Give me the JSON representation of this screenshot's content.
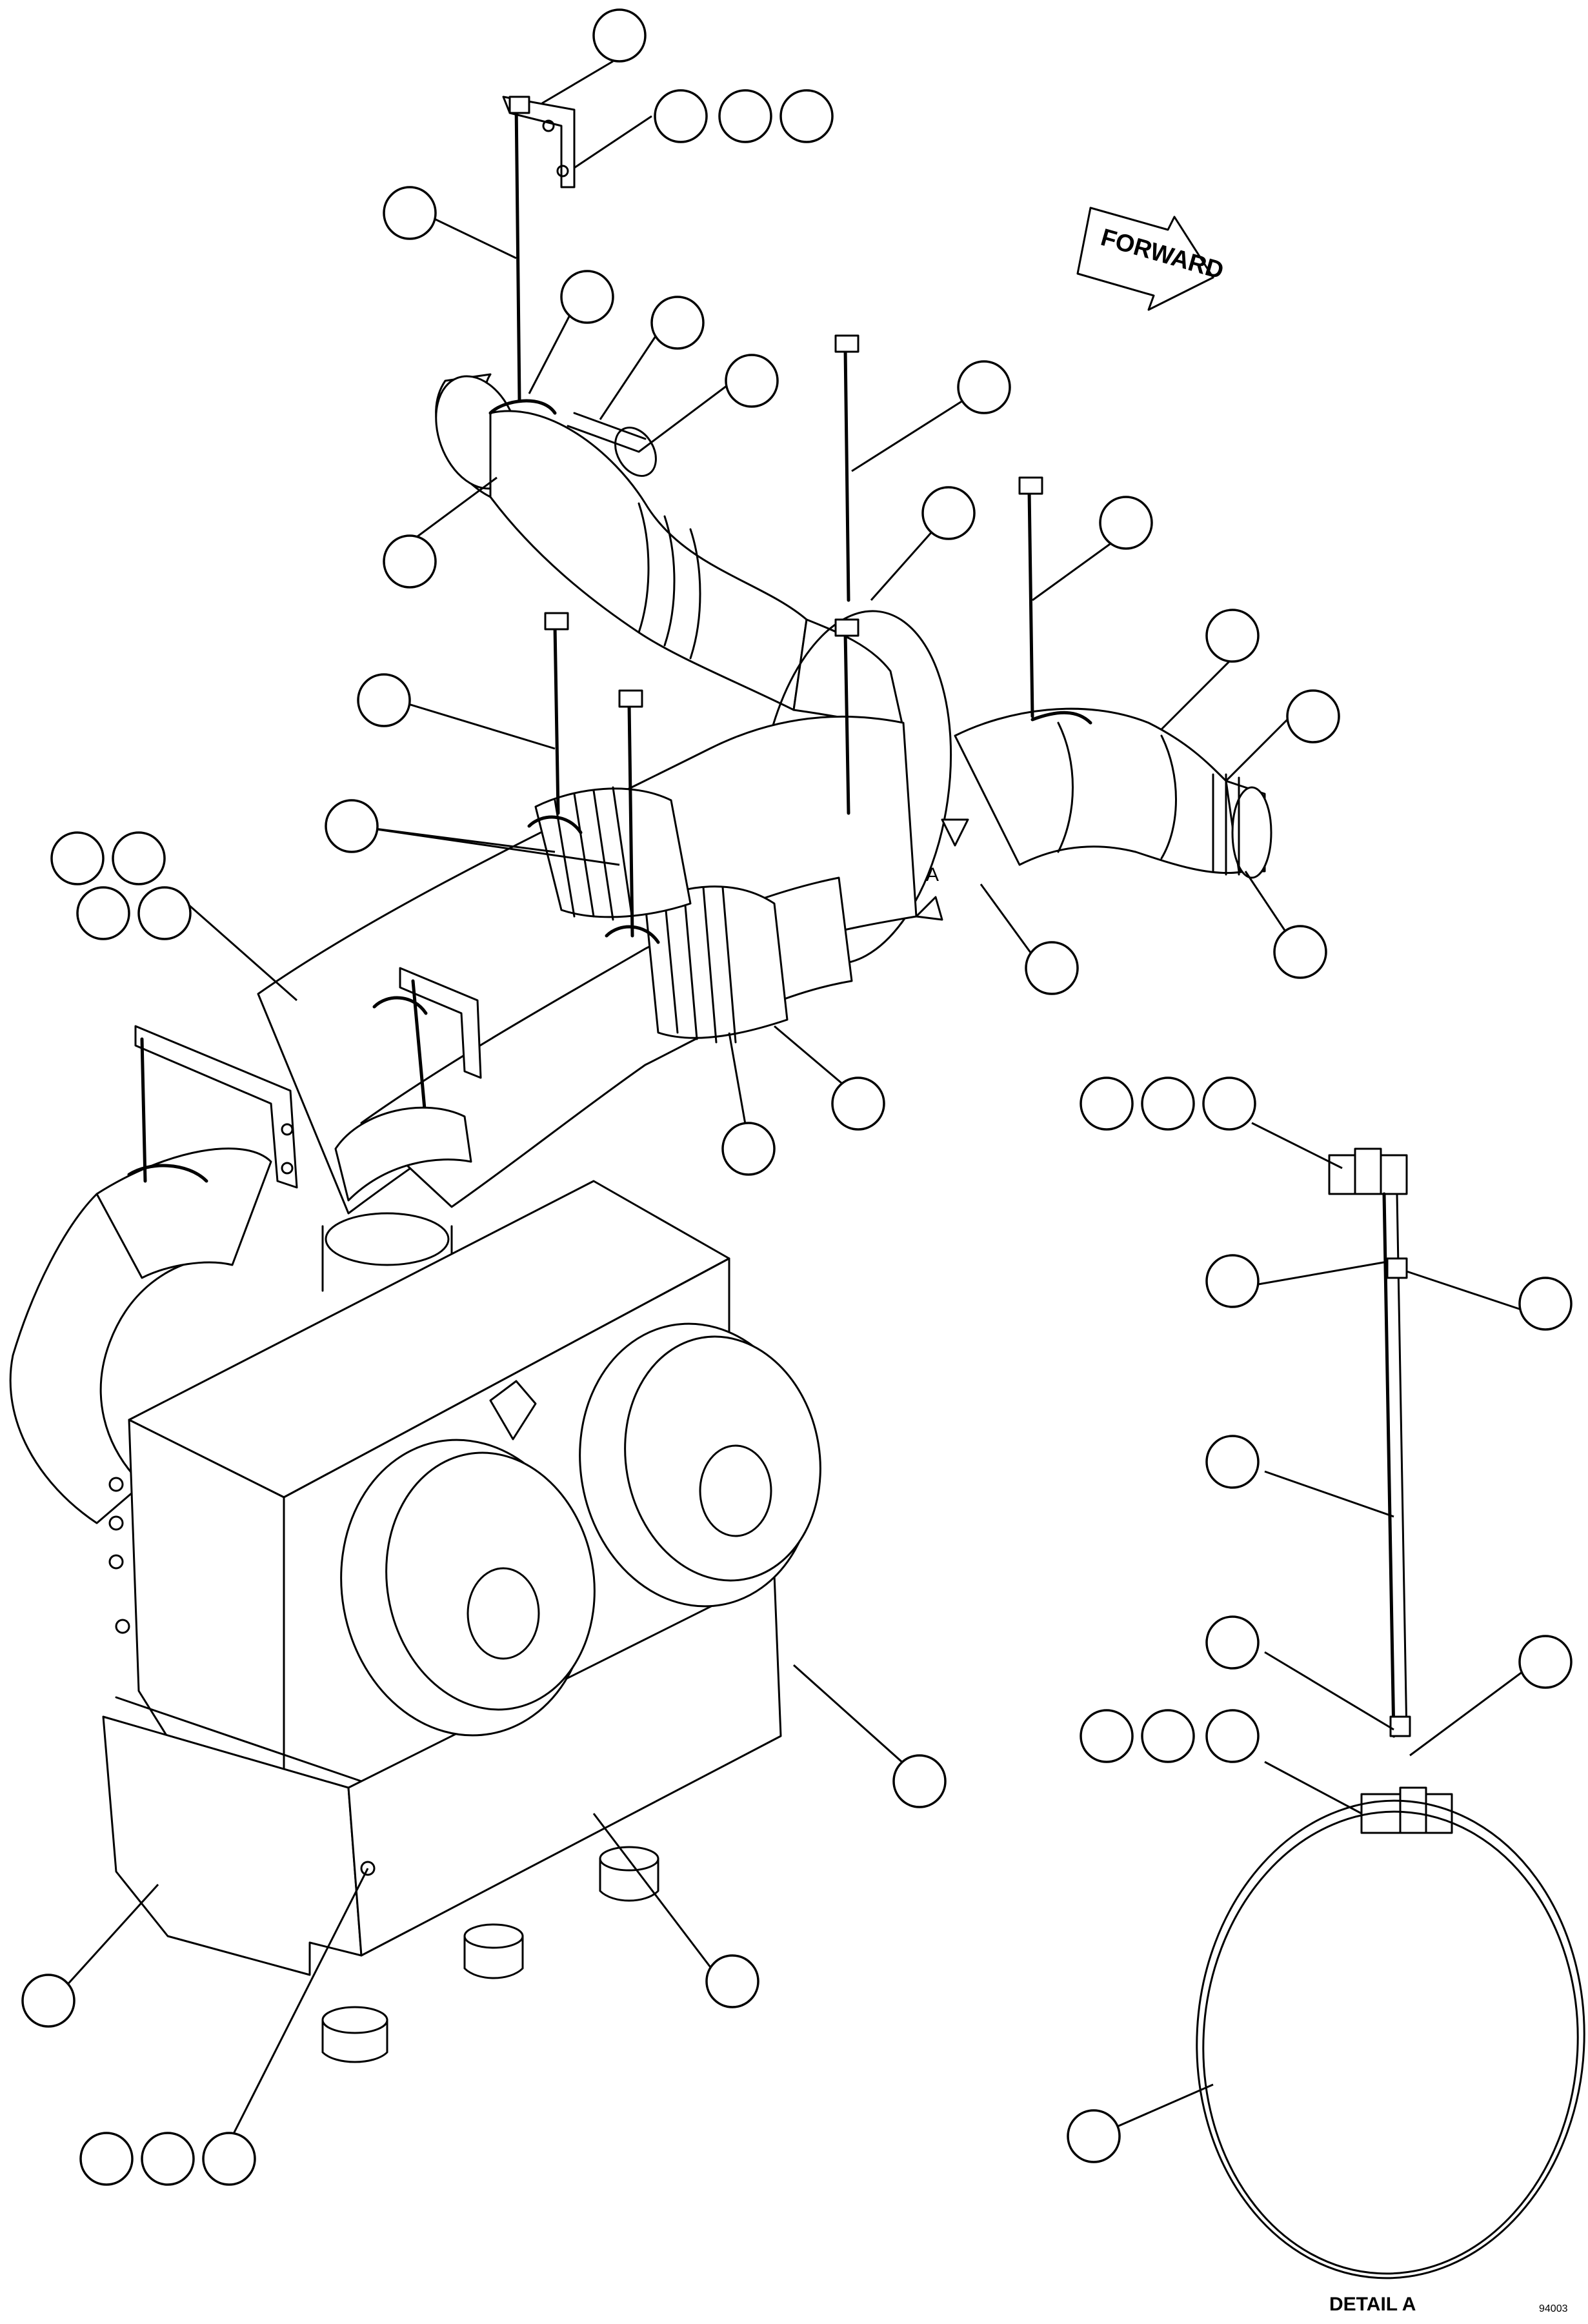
{
  "diagram": {
    "forward_label": "FORWARD",
    "detail_callout_letter": "A",
    "detail_title": "DETAIL A",
    "sheet_code": "94003",
    "item_callouts": [
      {
        "label": ""
      },
      {
        "label": ""
      },
      {
        "label": ""
      },
      {
        "label": ""
      },
      {
        "label": ""
      },
      {
        "label": ""
      },
      {
        "label": ""
      },
      {
        "label": ""
      },
      {
        "label": ""
      },
      {
        "label": ""
      },
      {
        "label": ""
      },
      {
        "label": ""
      },
      {
        "label": ""
      },
      {
        "label": ""
      },
      {
        "label": ""
      },
      {
        "label": ""
      },
      {
        "label": ""
      },
      {
        "label": ""
      },
      {
        "label": ""
      },
      {
        "label": ""
      },
      {
        "label": ""
      },
      {
        "label": ""
      },
      {
        "label": ""
      },
      {
        "label": ""
      },
      {
        "label": ""
      },
      {
        "label": ""
      },
      {
        "label": ""
      },
      {
        "label": ""
      },
      {
        "label": ""
      },
      {
        "label": ""
      },
      {
        "label": ""
      },
      {
        "label": ""
      },
      {
        "label": ""
      },
      {
        "label": ""
      },
      {
        "label": ""
      },
      {
        "label": ""
      },
      {
        "label": ""
      },
      {
        "label": ""
      },
      {
        "label": ""
      },
      {
        "label": ""
      },
      {
        "label": ""
      },
      {
        "label": ""
      },
      {
        "label": ""
      },
      {
        "label": ""
      }
    ]
  }
}
